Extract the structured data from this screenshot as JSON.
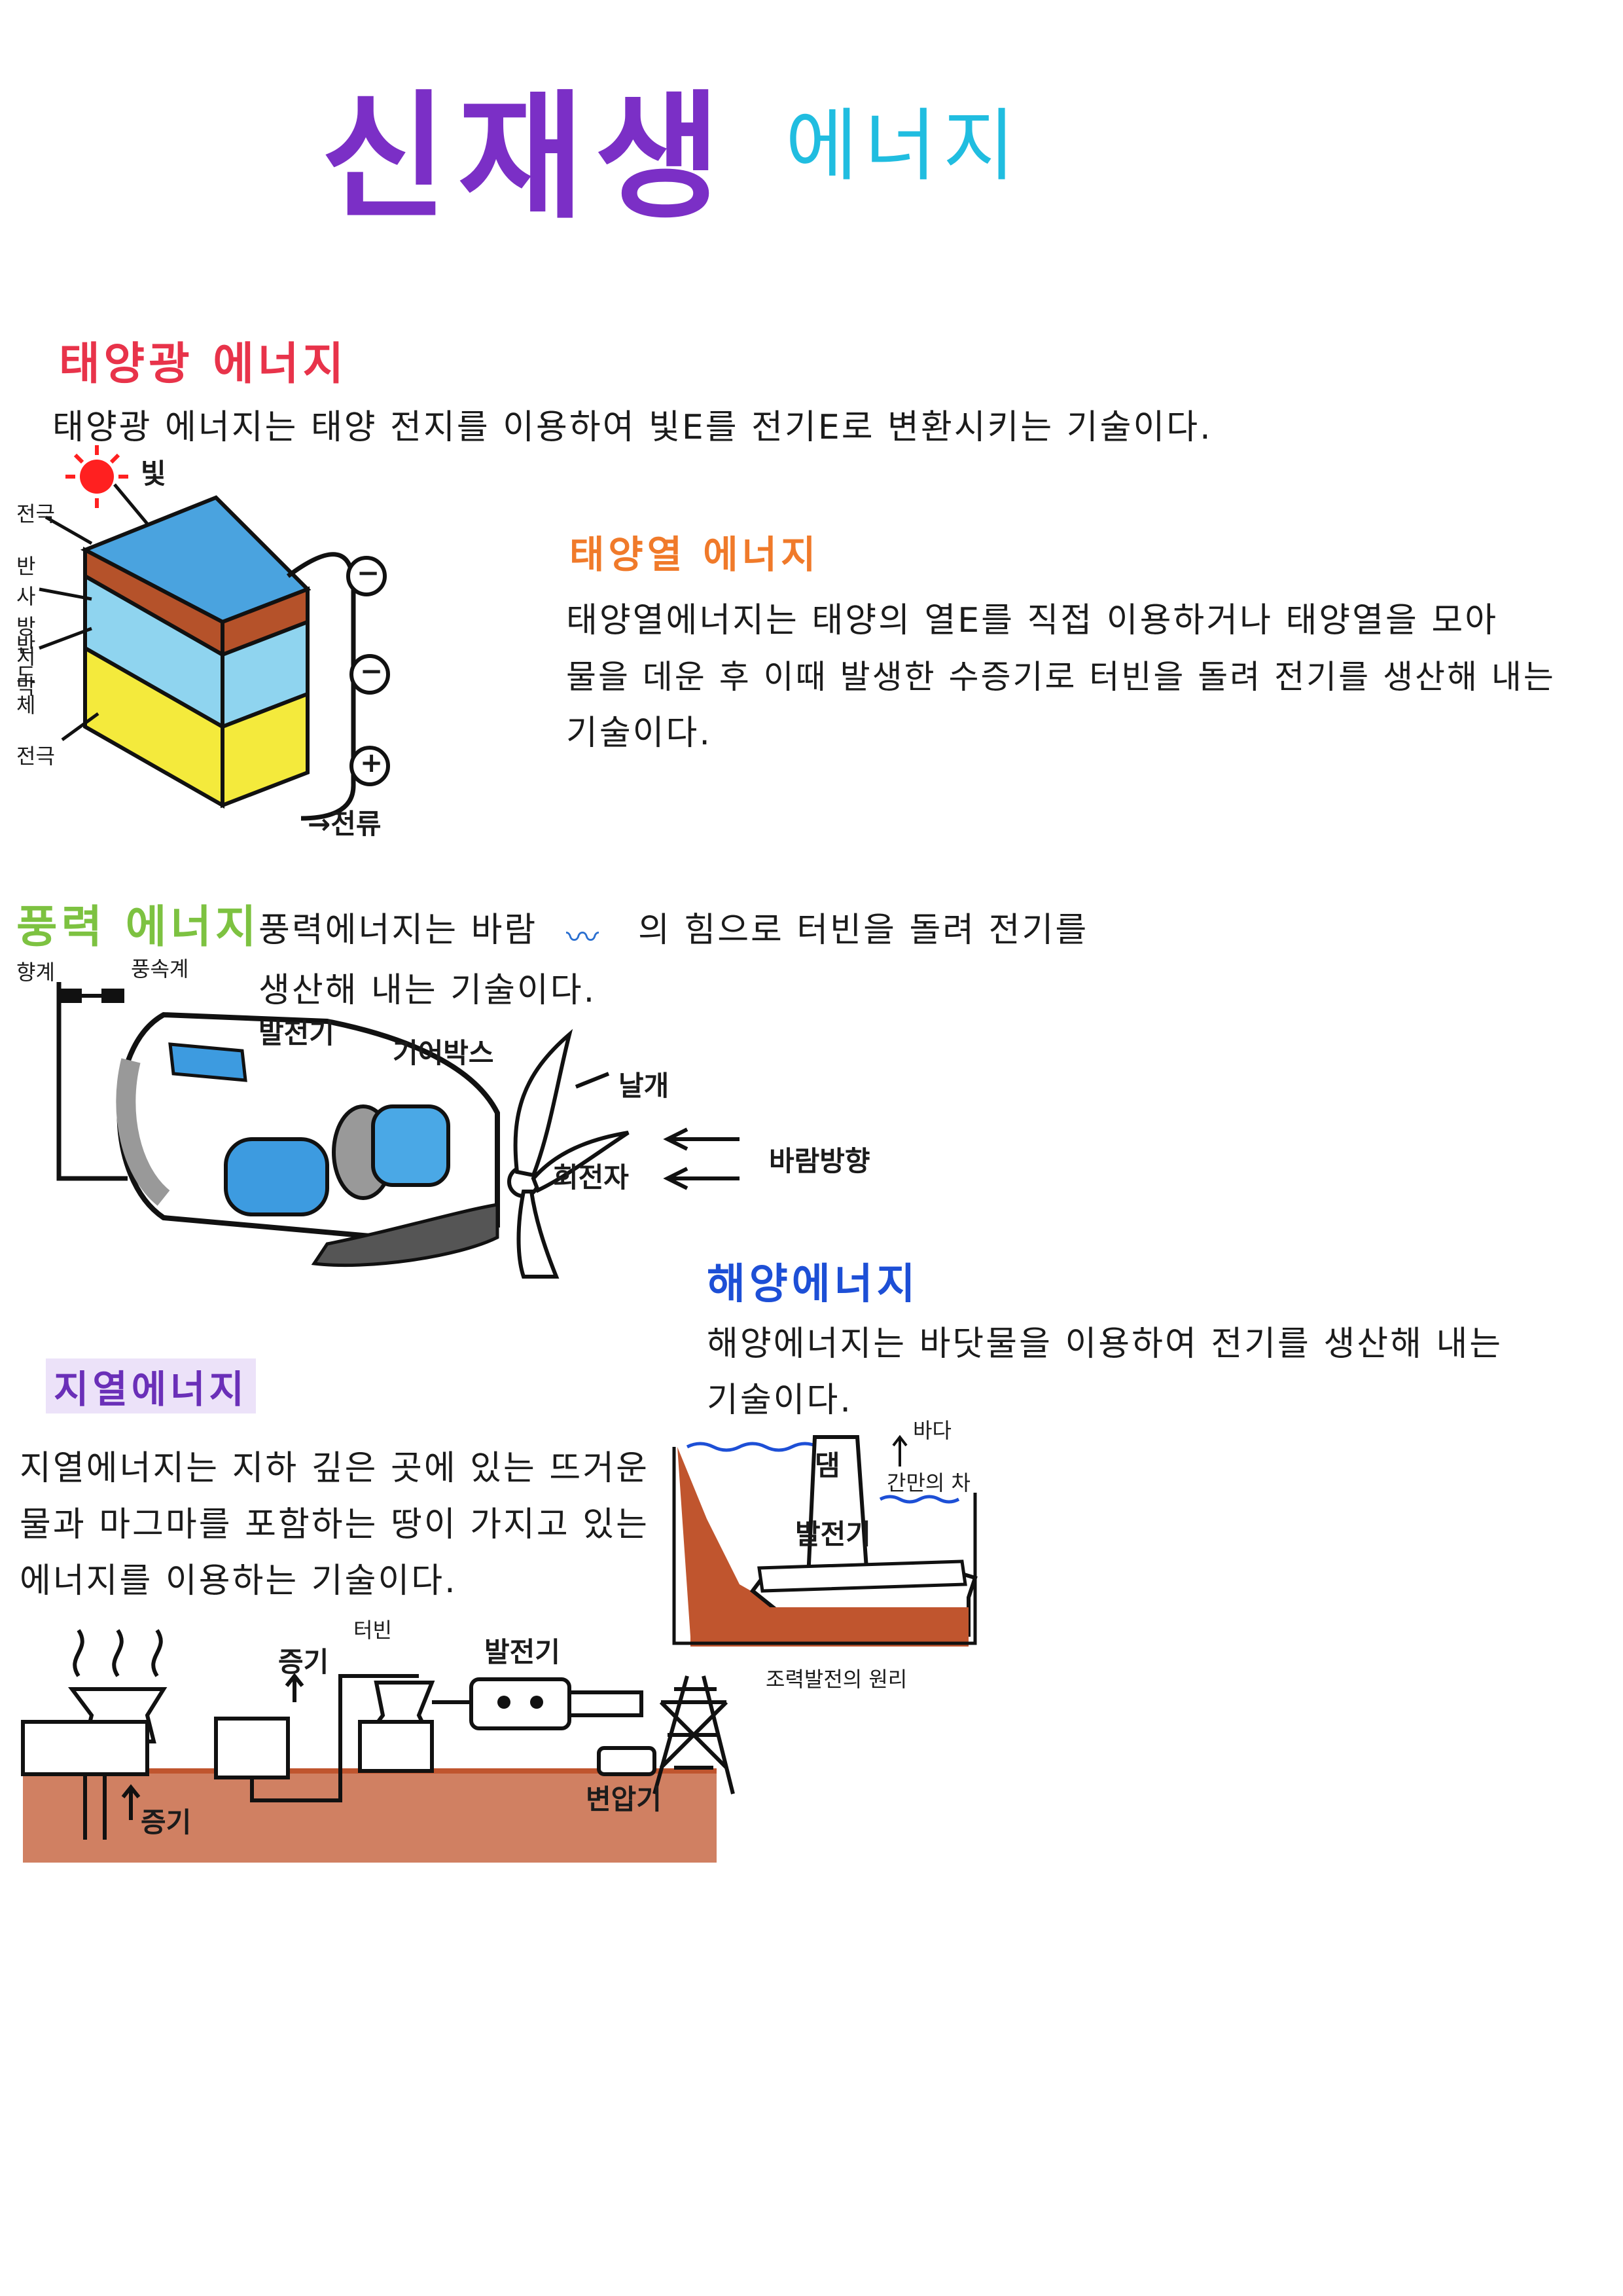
{
  "title": {
    "main": "신재생",
    "sub": "에너지",
    "main_color": "#7b2fc6",
    "sub_color": "#20bde0"
  },
  "solar_pv": {
    "heading": "태양광 에너지",
    "heading_color": "#e8334a",
    "text": "태양광 에너지는 태양 전지를 이용하여 빛E를 전기E로 변환시키는 기술이다.",
    "labels": {
      "light": "빛",
      "electrode_top": "전극",
      "anti_reflect": "반사 방지막",
      "semiconductor": "반도체",
      "electrode_bottom": "전극",
      "current": "→전류",
      "minus1": "−",
      "minus2": "−",
      "plus": "+"
    }
  },
  "solar_thermal": {
    "heading": "태양열 에너지",
    "heading_color": "#f07a2a",
    "lines": [
      "태양열에너지는 태양의 열E를 직접 이용하거나 태양열을 모아",
      "물을 데운 후 이때 발생한 수증기로 터빈을 돌려 전기를 생산해 내는",
      "기술이다."
    ]
  },
  "wind": {
    "heading": "풍력 에너지",
    "heading_color": "#7dc241",
    "line1_a": "풍력에너지는 바람",
    "line1_b": "의 힘으로 터빈을 돌려 전기를",
    "line2": "생산해 내는 기술이다.",
    "labels": {
      "wind_vane": "향계",
      "anemometer": "풍속계",
      "generator": "발전기",
      "gearbox": "기어박스",
      "blade": "날개",
      "rotor": "회전자",
      "wind_direction": "바람방향"
    }
  },
  "ocean": {
    "heading": "해양에너지",
    "heading_color": "#1d4fd6",
    "lines": [
      "해양에너지는 바닷물을 이용하여 전기를 생산해 내는",
      "기술이다."
    ],
    "labels": {
      "sea": "바다",
      "tide_diff": "간만의 차",
      "dam": "댐",
      "generator": "발전기",
      "caption": "조력발전의 원리"
    }
  },
  "geothermal": {
    "heading": "지열에너지",
    "heading_color": "#6a2fb8",
    "lines": [
      "지열에너지는 지하 깊은 곳에 있는 뜨거운",
      "물과 마그마를 포함하는 땅이 가지고 있는",
      "에너지를 이용하는 기술이다."
    ],
    "labels": {
      "turbine": "터빈",
      "steam_top": "증기",
      "generator": "발전기",
      "transformer": "변압기",
      "steam_bottom": "증기"
    }
  }
}
